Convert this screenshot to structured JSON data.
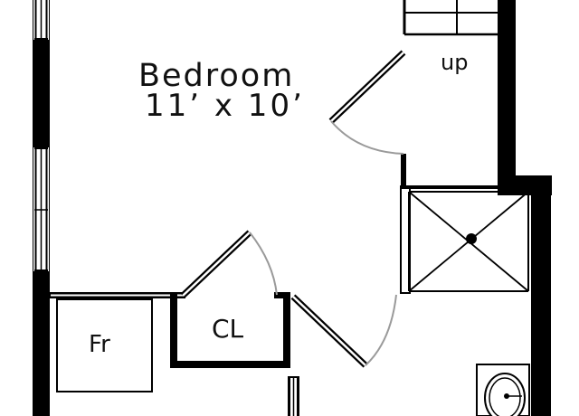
{
  "floor_plan": {
    "room": {
      "name": "Bedroom",
      "dimensions": "11’ x 10’"
    },
    "stairs": {
      "label": "up"
    },
    "fridge": {
      "label": "Fr"
    },
    "closet": {
      "label": "CL"
    }
  },
  "colors": {
    "wall": "#000000",
    "door_swing": "#9a9a9a",
    "background": "#ffffff"
  }
}
